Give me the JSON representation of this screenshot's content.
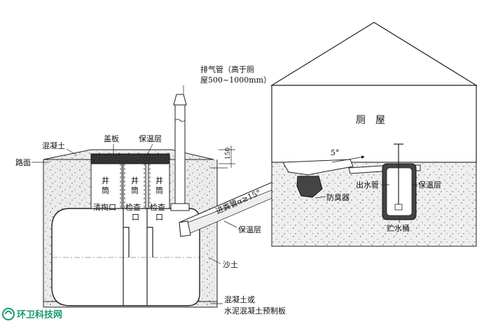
{
  "labels": {
    "vent_pipe": "排气管（高于厕",
    "vent_pipe_2": "屋500~1000mm）",
    "concrete": "混凝土",
    "road": "路面",
    "cover": "盖板",
    "insulation_top": "保温层",
    "dim_150": "150",
    "shaft_1_a": "井",
    "shaft_1_b": "筒",
    "shaft_2_a": "井",
    "shaft_2_b": "筒",
    "shaft_3_a": "井",
    "shaft_3_b": "筒",
    "cleanout": "清掏口",
    "inspection_1": "检查",
    "inspection_1b": "口",
    "inspection_2": "检查",
    "inspection_2b": "口",
    "inlet_pipe": "进粪管α≥15°",
    "insulation_pipe": "保温层",
    "toilet_house": "厕　屋",
    "angle_5": "5°",
    "outlet_pipe": "出水管",
    "insulation_right": "保温层",
    "odor_trap": "防臭器",
    "water_bucket": "贮水桶",
    "sand": "沙土",
    "base_1": "混凝土或",
    "base_2": "水泥混凝土预制板"
  },
  "watermark": {
    "text": "环卫科技网",
    "color": "#1a9a6c"
  }
}
